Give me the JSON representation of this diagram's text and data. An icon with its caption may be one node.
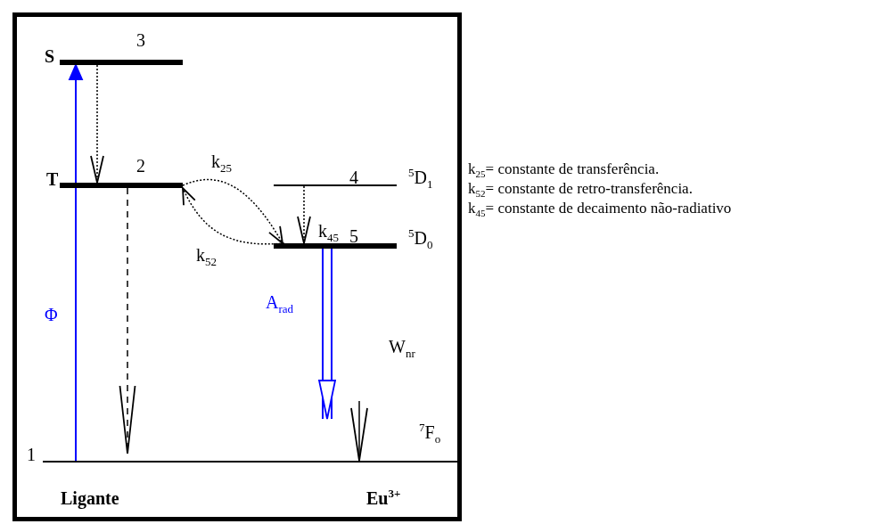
{
  "diagram": {
    "nodes": [
      {
        "text": [
          "3"
        ],
        "beside": [
          "S"
        ]
      },
      {
        "text": [
          "2"
        ],
        "beside": [
          "T"
        ]
      },
      {
        "text": [
          "4"
        ],
        "beside": [
          "$^{5}$D$_{1}$"
        ]
      },
      {
        "text": [
          "5"
        ],
        "beside": [
          "$^{5}$D$_{0}$"
        ]
      },
      {
        "text": [
          "1"
        ],
        "beside": [
          "$^{7}$F$_{o}$"
        ]
      }
    ],
    "edges": [
      {
        "from": 4,
        "to": 0,
        "arrow": "to",
        "label": "Φ",
        "color": "#0000ff"
      },
      {
        "from": 0,
        "to": 1,
        "arrow": "to",
        "style": "dashed"
      },
      {
        "from": 1,
        "to": 4,
        "arrow": "to",
        "style": "dashed"
      },
      {
        "from": 1,
        "to": 3,
        "arrow": "to",
        "style": "dashed",
        "label": "k$_{25}$"
      },
      {
        "from": 3,
        "to": 1,
        "arrow": "to",
        "style": "dashed",
        "label": "k$_{52}$"
      },
      {
        "from": 2,
        "to": 3,
        "arrow": "to",
        "style": "dashed",
        "label": "k$_{45}$"
      },
      {
        "from": 3,
        "to": 4,
        "arrow": "to",
        "style": "thick",
        "color": "#0000ff",
        "label": "A$_{rad}$"
      },
      {
        "from": null,
        "to": 4,
        "arrow": "to",
        "label": "W$_{nr}$"
      }
    ],
    "labels": [
      "Ligante",
      "Eu$^{3+}$",
      "k$_{25}$= constante de transferência.",
      "k$_{52}$= constante de retro-transferência.",
      "k$_{45}$= constante de decaimento não-radiativo"
    ]
  }
}
